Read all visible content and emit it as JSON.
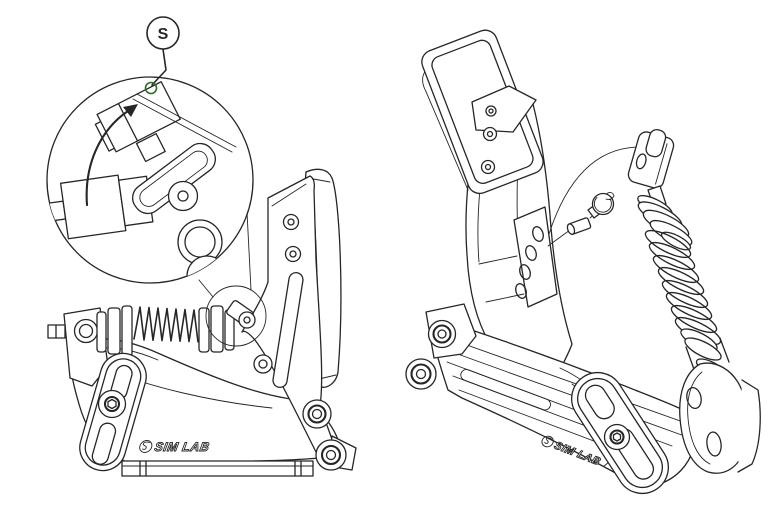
{
  "illustration": {
    "callout": {
      "label": "S"
    },
    "logo_text": "SIM LAB",
    "views": {
      "left": "pedal side view with magnified spring-adjuster detail",
      "right": "pedal perspective view with coil-over damper"
    }
  },
  "colors": {
    "line": "#262626",
    "background": "#ffffff",
    "marker_fill": "#55a23b",
    "marker_stroke": "#2c6e21"
  }
}
